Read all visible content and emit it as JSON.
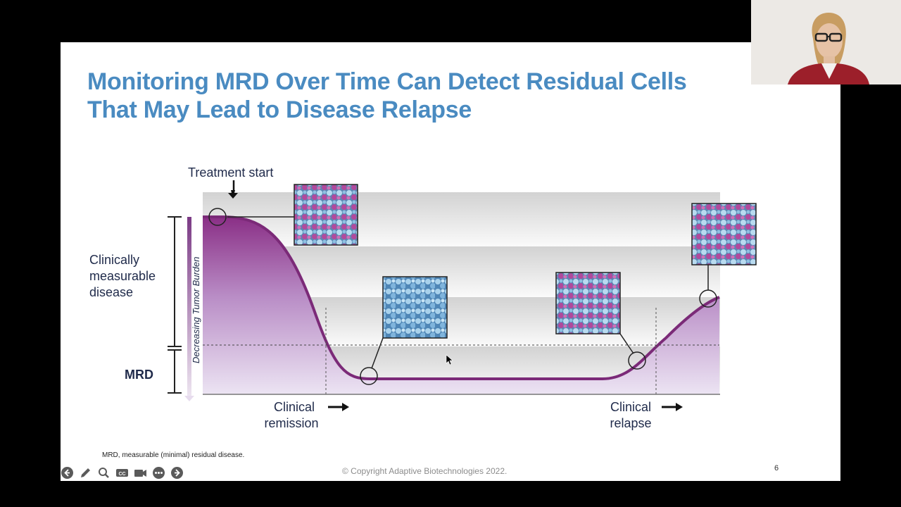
{
  "slide": {
    "title_line1": "Monitoring MRD Over Time Can Detect Residual Cells",
    "title_line2": "That May Lead to Disease Relapse",
    "labels": {
      "treatment_start": "Treatment start",
      "clinically_measurable_1": "Clinically",
      "clinically_measurable_2": "measurable",
      "clinically_measurable_3": "disease",
      "mrd": "MRD",
      "axis_label": "Decreasing Tumor Burden",
      "clinical_remission_1": "Clinical",
      "clinical_remission_2": "remission",
      "clinical_relapse_1": "Clinical",
      "clinical_relapse_2": "relapse"
    },
    "footnote": "MRD, measurable (minimal) residual disease.",
    "copyright": "© Copyright Adaptive Biotechnologies 2022.",
    "page_number": "6"
  },
  "colors": {
    "title": "#4a8bc1",
    "curve": "#7b2a78",
    "fill_top": "#8a2f86",
    "fill_bottom": "#ece4f3",
    "label_text": "#1f2a4a"
  },
  "toolbar": {
    "buttons": [
      "previous-slide-icon",
      "pen-icon",
      "zoom-icon",
      "captions-icon",
      "camera-icon",
      "more-icon",
      "next-slide-icon"
    ]
  }
}
